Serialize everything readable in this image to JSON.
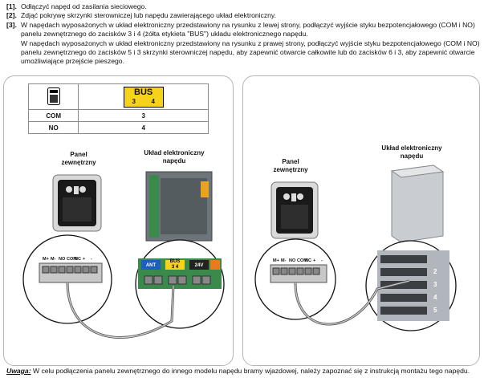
{
  "instructions": [
    {
      "num": "[1].",
      "text": "Odłączyć napęd od zasilania sieciowego."
    },
    {
      "num": "[2].",
      "text": "Zdjąć pokrywę skrzynki sterowniczej lub napędu zawierającego układ elektroniczny."
    },
    {
      "num": "[3].",
      "text": "W napędach wyposażonych w układ elektroniczny przedstawiony na rysunku z lewej strony, podłączyć wyjście styku bezpotencjałowego (COM i NO)",
      "line2": "panelu zewnętrznego do zacisków 3 i 4 (żółta etykieta \"BUS\") układu elektronicznego napędu.",
      "line3": "W napędach wyposażonych w układ elektroniczny przedstawiony na rysunku z prawej strony, podłączyć wyjście styku bezpotencjałowego (COM i NO)",
      "line4": "panelu zewnętrznego do zacisków 5 i 3 skrzynki sterowniczej napędu, aby zapewnić otwarcie całkowite lub do zacisków 6 i 3, aby zapewnić otwarcie",
      "line5": "umożliwiające przejście pieszego."
    }
  ],
  "table": {
    "bus_label": "BUS",
    "bus_left": "3",
    "bus_right": "4",
    "rows": [
      {
        "name": "COM",
        "value": "3"
      },
      {
        "name": "NO",
        "value": "4"
      }
    ]
  },
  "left": {
    "panel_label": "Panel zewnętrzny",
    "unit_label": "Układ elektroniczny napędu",
    "terminal_labels": [
      "M+",
      "M-",
      "NO",
      "COM",
      "NC",
      "+",
      "-"
    ],
    "chips": [
      "ANT",
      "BUS",
      "24V"
    ],
    "chip_bus_nums": "3  4"
  },
  "right": {
    "panel_label": "Panel zewnętrzny",
    "unit_label": "Układ elektroniczny napędu",
    "terminal_labels": [
      "M+",
      "M-",
      "NO",
      "COM",
      "NC",
      "+",
      "-"
    ],
    "terminal_nums": [
      "2",
      "3",
      "4",
      "5"
    ]
  },
  "note": {
    "key": "Uwaga:",
    "text": " W celu podłączenia panelu zewnętrznego do innego modelu napędu bramy wjazdowej, należy zapoznać się z instrukcją montażu tego napędu."
  }
}
